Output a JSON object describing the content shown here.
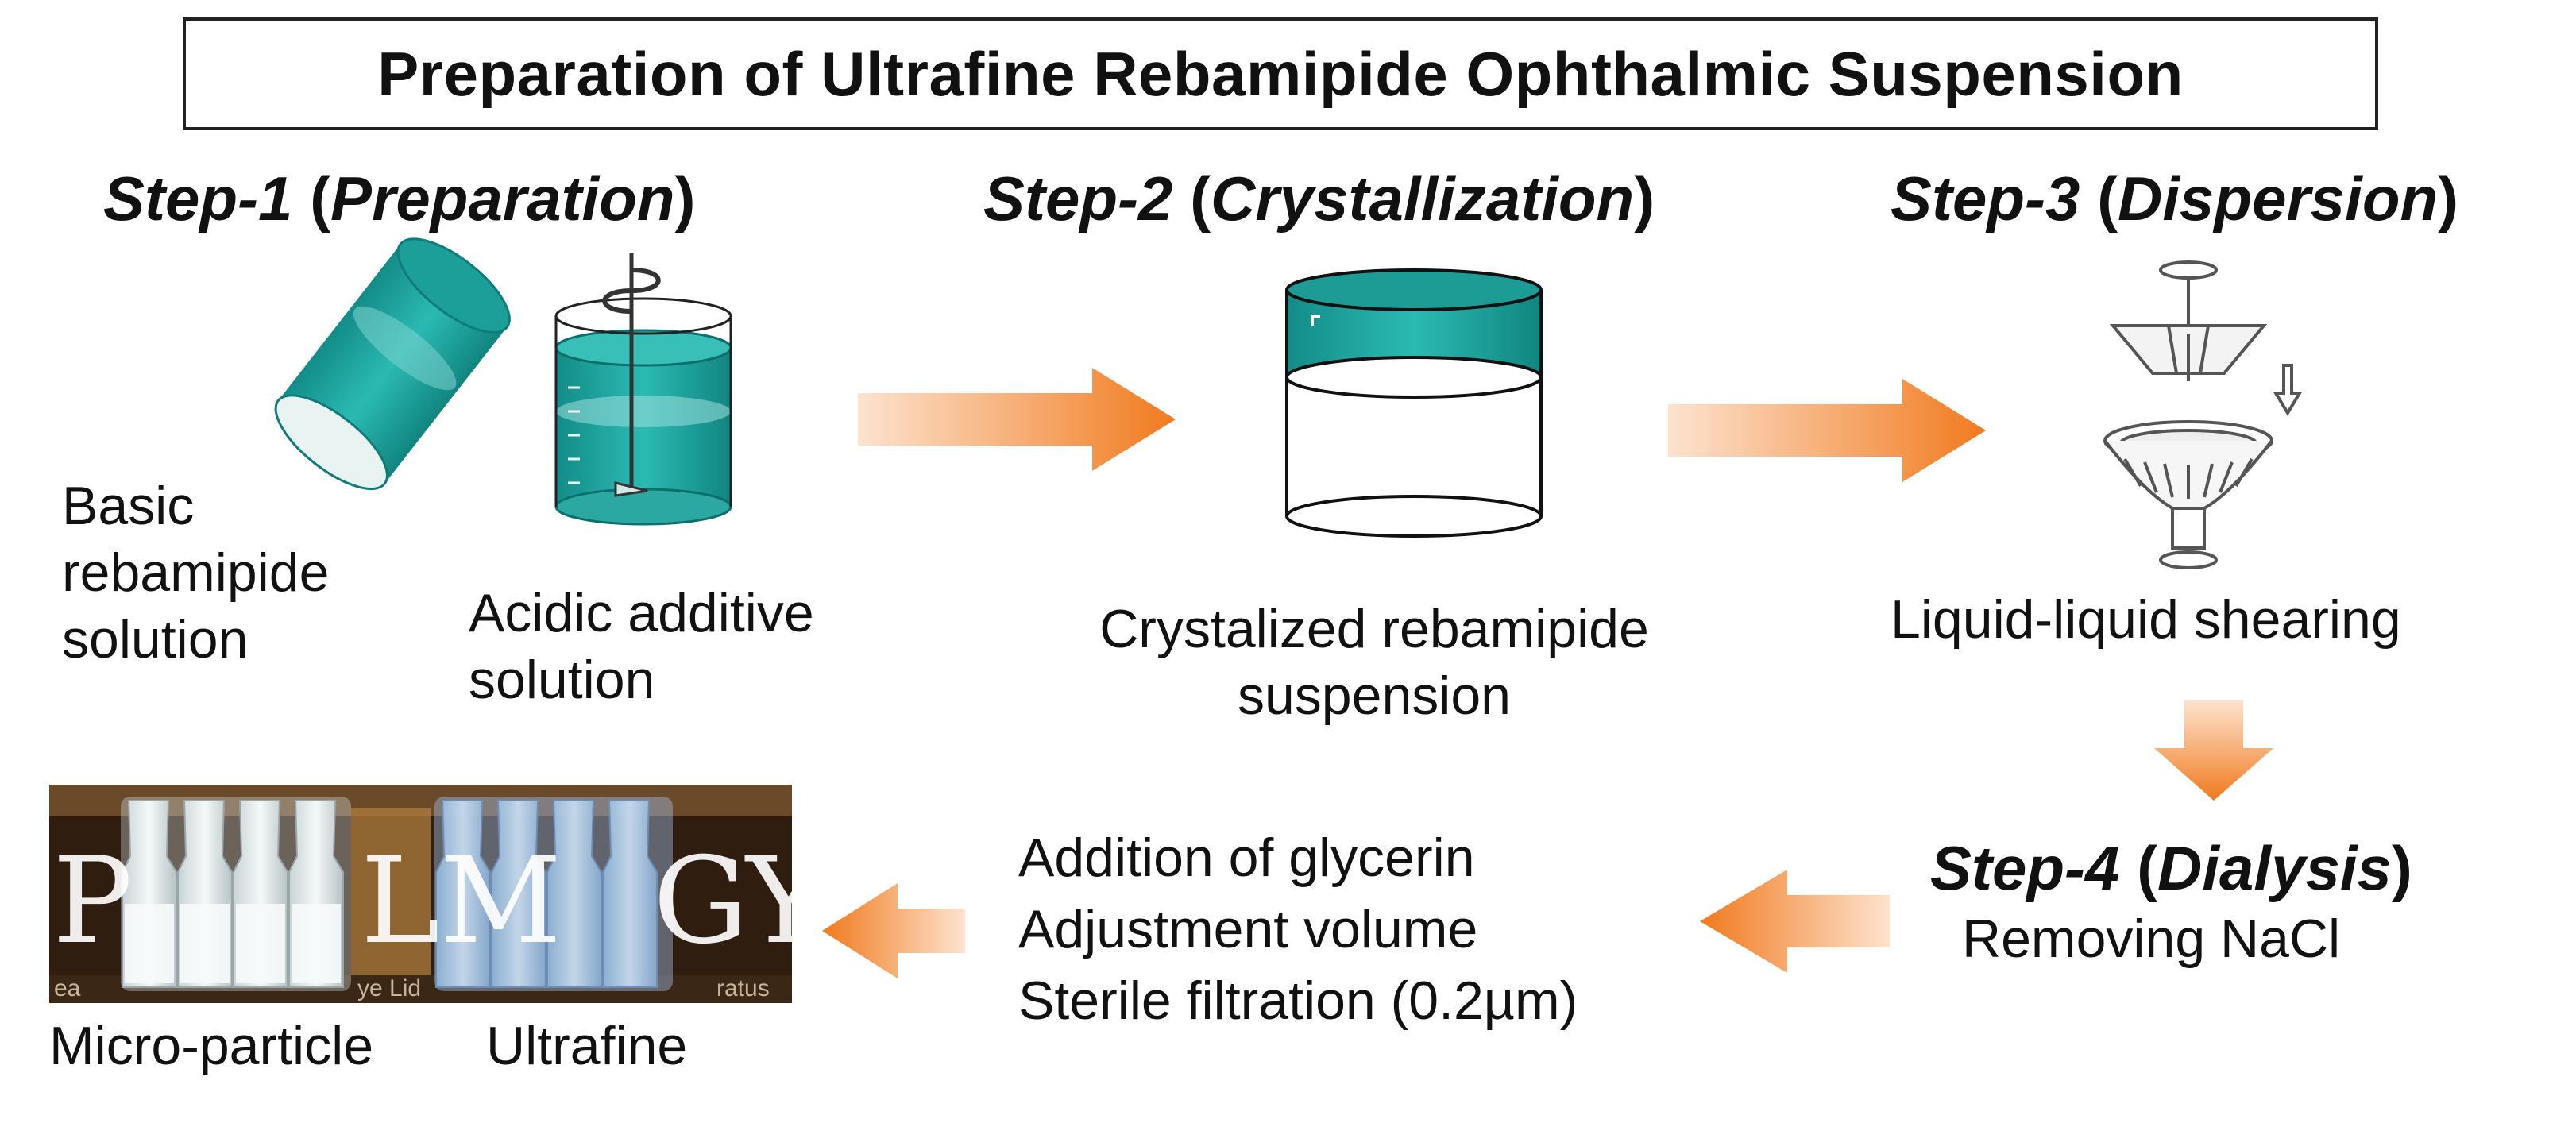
{
  "title": "Preparation of Ultrafine Rebamipide Ophthalmic Suspension",
  "steps": [
    {
      "label": "Step-1",
      "open": "(",
      "name": "Preparation",
      "close": ")"
    },
    {
      "label": "Step-2",
      "open": "(",
      "name": "Crystallization",
      "close": ")"
    },
    {
      "label": "Step-3",
      "open": "(",
      "name": "Dispersion",
      "close": ")"
    },
    {
      "label": "Step-4",
      "open": "(",
      "name": "Dialysis",
      "close": ")"
    }
  ],
  "labels": {
    "basic_solution": [
      "Basic",
      "rebamipide",
      "solution"
    ],
    "acidic_solution": [
      "Acidic additive",
      "solution"
    ],
    "crystalized": [
      "Crystalized rebamipide",
      "suspension"
    ],
    "shearing": "Liquid-liquid shearing",
    "removing": "Removing NaCl",
    "final_steps": [
      "Addition of glycerin",
      "Adjustment volume",
      "Sterile filtration (0.2µm)"
    ],
    "micro_particle": "Micro-particle",
    "ultrafine": "Ultrafine"
  },
  "photo": {
    "backdrop_letters": [
      "P",
      "LM",
      "GY"
    ],
    "backdrop_small": [
      "ea",
      "ye Lid",
      "ratus"
    ]
  },
  "colors": {
    "teal": "#1fa7a2",
    "teal_dark": "#0c6f6b",
    "arrow_start": "#fde3cf",
    "arrow_end": "#f07a1e"
  },
  "icons": [
    "bottle-icon",
    "stirred-beaker-icon",
    "crystallization-beaker-icon",
    "homogenizer-icon",
    "arrow-right-icon",
    "arrow-down-icon",
    "arrow-left-icon",
    "vials-photo"
  ]
}
